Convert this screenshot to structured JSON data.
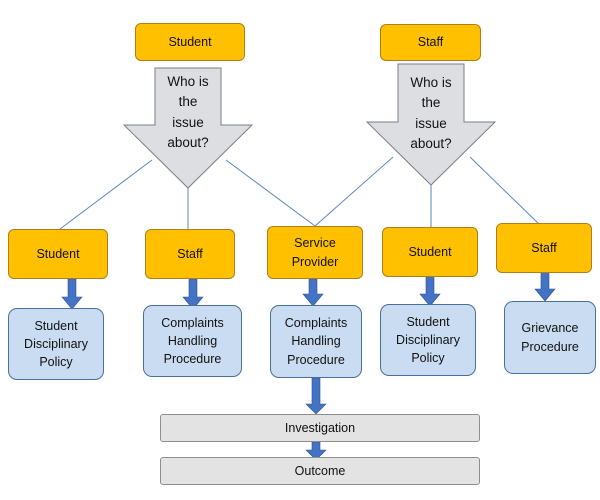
{
  "nodes": {
    "top_student": "Student",
    "top_staff": "Staff",
    "question_left": "Who is\nthe\nissue\nabout?",
    "question_right": "Who is\nthe\nissue\nabout?",
    "l1_student": "Student",
    "l1_staff": "Staff",
    "l1_service_provider": "Service\nProvider",
    "l1_student_2": "Student",
    "l1_staff_2": "Staff",
    "policy_student_disciplinary": "Student\nDisciplinary\nPolicy",
    "policy_complaints_staff": "Complaints\nHandling\nProcedure",
    "policy_complaints_service": "Complaints\nHandling\nProcedure",
    "policy_student_disciplinary_2": "Student\nDisciplinary\nPolicy",
    "policy_grievance": "Grievance\nProcedure",
    "investigation": "Investigation",
    "outcome": "Outcome"
  },
  "colors": {
    "orange_box": "#ffc000",
    "blue_box": "#c9dcf2",
    "grey_box": "#e3e3e3",
    "connector": "#5b86c0",
    "arrow": "#4472c4",
    "question_arrow": "#dcdee2"
  }
}
